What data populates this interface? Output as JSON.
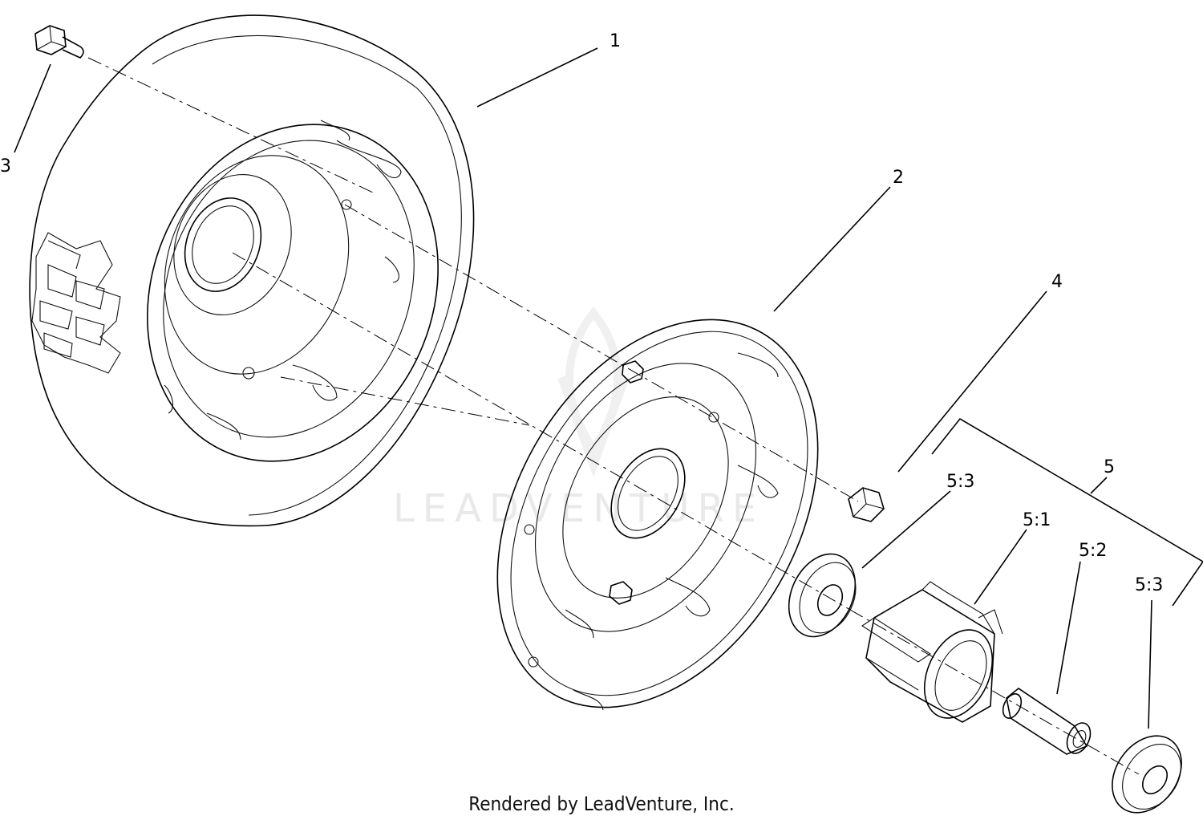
{
  "callouts": {
    "c1": "1",
    "c2": "2",
    "c3": "3",
    "c4": "4",
    "c5": "5",
    "c5_1": "5:1",
    "c5_2": "5:2",
    "c5_3a": "5:3",
    "c5_3b": "5:3"
  },
  "watermark": "LEADVENTURE",
  "footer": "Rendered by LeadVenture, Inc.",
  "colors": {
    "ink": "#000000",
    "watermark": "#e9e9e9",
    "background": "#ffffff"
  }
}
